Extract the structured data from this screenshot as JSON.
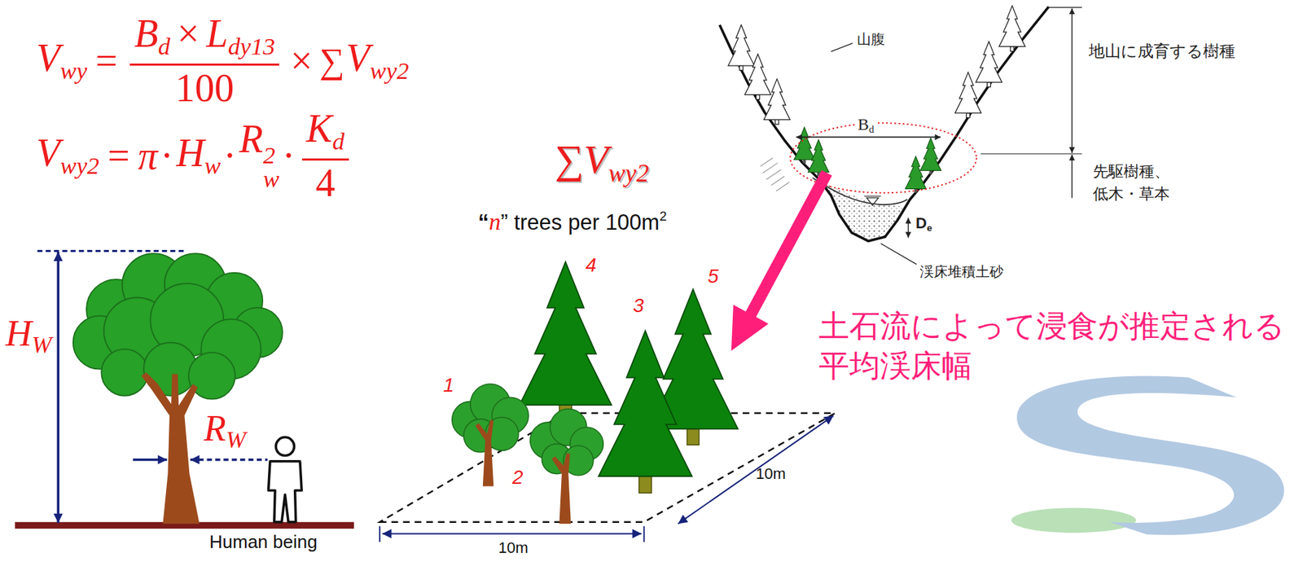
{
  "diagram": {
    "labels": [
      "V",
      "wy",
      "=",
      "B",
      "d",
      "×",
      "L",
      "dy13",
      "100",
      "×",
      "∑",
      "V",
      "wy2",
      "V",
      "wy2",
      "=",
      "π",
      "·",
      "H",
      "w",
      "·",
      "R",
      "w",
      "2",
      "·",
      "K",
      "d",
      "4",
      "∑",
      "V",
      "wy2",
      "“",
      "n",
      "” trees per 100m",
      "2",
      "1",
      "2",
      "3",
      "4",
      "5",
      "10m",
      "10m",
      "H",
      "W",
      "R",
      "W",
      "Human being",
      "山腹",
      "地山に成育する樹種",
      "B",
      "d",
      "先駆樹種、 低木・草本",
      "D",
      "e",
      "渓床堆積土砂",
      "土石流によって浸食が推定される 平均渓床幅"
    ]
  }
}
